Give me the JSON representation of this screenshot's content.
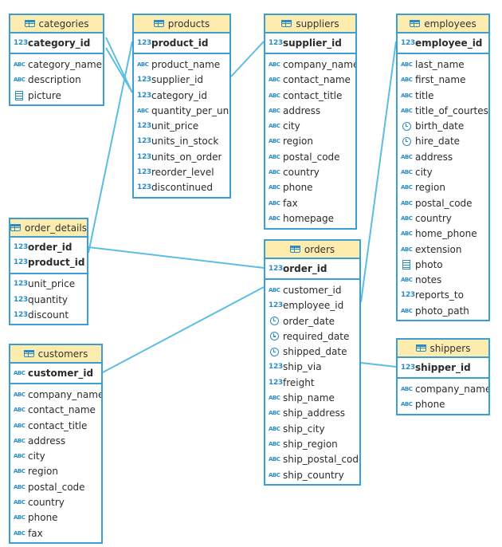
{
  "tables": [
    {
      "id": "categories",
      "name": "categories",
      "pk": [
        {
          "name": "category_id",
          "type": "num"
        }
      ],
      "cols": [
        {
          "name": "category_name",
          "type": "abc"
        },
        {
          "name": "description",
          "type": "abc"
        },
        {
          "name": "picture",
          "type": "blob"
        }
      ]
    },
    {
      "id": "products",
      "name": "products",
      "pk": [
        {
          "name": "product_id",
          "type": "num"
        }
      ],
      "cols": [
        {
          "name": "product_name",
          "type": "abc"
        },
        {
          "name": "supplier_id",
          "type": "num"
        },
        {
          "name": "category_id",
          "type": "num"
        },
        {
          "name": "quantity_per_unit",
          "type": "abc"
        },
        {
          "name": "unit_price",
          "type": "num"
        },
        {
          "name": "units_in_stock",
          "type": "num"
        },
        {
          "name": "units_on_order",
          "type": "num"
        },
        {
          "name": "reorder_level",
          "type": "num"
        },
        {
          "name": "discontinued",
          "type": "num"
        }
      ]
    },
    {
      "id": "suppliers",
      "name": "suppliers",
      "pk": [
        {
          "name": "supplier_id",
          "type": "num"
        }
      ],
      "cols": [
        {
          "name": "company_name",
          "type": "abc"
        },
        {
          "name": "contact_name",
          "type": "abc"
        },
        {
          "name": "contact_title",
          "type": "abc"
        },
        {
          "name": "address",
          "type": "abc"
        },
        {
          "name": "city",
          "type": "abc"
        },
        {
          "name": "region",
          "type": "abc"
        },
        {
          "name": "postal_code",
          "type": "abc"
        },
        {
          "name": "country",
          "type": "abc"
        },
        {
          "name": "phone",
          "type": "abc"
        },
        {
          "name": "fax",
          "type": "abc"
        },
        {
          "name": "homepage",
          "type": "abc"
        }
      ]
    },
    {
      "id": "employees",
      "name": "employees",
      "pk": [
        {
          "name": "employee_id",
          "type": "num"
        }
      ],
      "cols": [
        {
          "name": "last_name",
          "type": "abc"
        },
        {
          "name": "first_name",
          "type": "abc"
        },
        {
          "name": "title",
          "type": "abc"
        },
        {
          "name": "title_of_courtesy",
          "type": "abc"
        },
        {
          "name": "birth_date",
          "type": "clock"
        },
        {
          "name": "hire_date",
          "type": "clock"
        },
        {
          "name": "address",
          "type": "abc"
        },
        {
          "name": "city",
          "type": "abc"
        },
        {
          "name": "region",
          "type": "abc"
        },
        {
          "name": "postal_code",
          "type": "abc"
        },
        {
          "name": "country",
          "type": "abc"
        },
        {
          "name": "home_phone",
          "type": "abc"
        },
        {
          "name": "extension",
          "type": "abc"
        },
        {
          "name": "photo",
          "type": "blob"
        },
        {
          "name": "notes",
          "type": "abc"
        },
        {
          "name": "reports_to",
          "type": "num"
        },
        {
          "name": "photo_path",
          "type": "abc"
        }
      ]
    },
    {
      "id": "order_details",
      "name": "order_details",
      "pk": [
        {
          "name": "order_id",
          "type": "num"
        },
        {
          "name": "product_id",
          "type": "num"
        }
      ],
      "cols": [
        {
          "name": "unit_price",
          "type": "num"
        },
        {
          "name": "quantity",
          "type": "num"
        },
        {
          "name": "discount",
          "type": "num"
        }
      ]
    },
    {
      "id": "orders",
      "name": "orders",
      "pk": [
        {
          "name": "order_id",
          "type": "num"
        }
      ],
      "cols": [
        {
          "name": "customer_id",
          "type": "abc"
        },
        {
          "name": "employee_id",
          "type": "num"
        },
        {
          "name": "order_date",
          "type": "clock"
        },
        {
          "name": "required_date",
          "type": "clock"
        },
        {
          "name": "shipped_date",
          "type": "clock"
        },
        {
          "name": "ship_via",
          "type": "num"
        },
        {
          "name": "freight",
          "type": "num"
        },
        {
          "name": "ship_name",
          "type": "abc"
        },
        {
          "name": "ship_address",
          "type": "abc"
        },
        {
          "name": "ship_city",
          "type": "abc"
        },
        {
          "name": "ship_region",
          "type": "abc"
        },
        {
          "name": "ship_postal_code",
          "type": "abc"
        },
        {
          "name": "ship_country",
          "type": "abc"
        }
      ]
    },
    {
      "id": "customers",
      "name": "customers",
      "pk": [
        {
          "name": "customer_id",
          "type": "abc"
        }
      ],
      "cols": [
        {
          "name": "company_name",
          "type": "abc"
        },
        {
          "name": "contact_name",
          "type": "abc"
        },
        {
          "name": "contact_title",
          "type": "abc"
        },
        {
          "name": "address",
          "type": "abc"
        },
        {
          "name": "city",
          "type": "abc"
        },
        {
          "name": "region",
          "type": "abc"
        },
        {
          "name": "postal_code",
          "type": "abc"
        },
        {
          "name": "country",
          "type": "abc"
        },
        {
          "name": "phone",
          "type": "abc"
        },
        {
          "name": "fax",
          "type": "abc"
        }
      ]
    },
    {
      "id": "shippers",
      "name": "shippers",
      "pk": [
        {
          "name": "shipper_id",
          "type": "num"
        }
      ],
      "cols": [
        {
          "name": "company_name",
          "type": "abc"
        },
        {
          "name": "phone",
          "type": "abc"
        }
      ]
    }
  ],
  "type_icons": {
    "num": "123",
    "abc": "ABC",
    "clock": "clock-icon",
    "blob": "binary-icon"
  },
  "colors": {
    "border": "#3a9fd2",
    "header_bg": "#fdecae",
    "icon": "#2a8cc6",
    "link": "#5bbde4"
  }
}
